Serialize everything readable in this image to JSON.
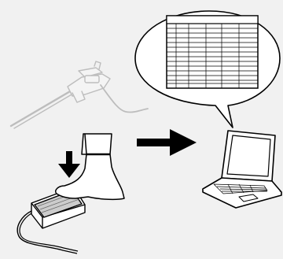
{
  "diagram": {
    "nodes": [
      {
        "name": "caliper-tool",
        "icon": "caliper-icon"
      },
      {
        "name": "foot-pedal-switch",
        "icon": "foot-pedal-icon"
      },
      {
        "name": "laptop-computer",
        "icon": "laptop-icon"
      },
      {
        "name": "spreadsheet-window",
        "icon": "spreadsheet-icon"
      }
    ],
    "edges": [
      {
        "from": "foot-pedal-switch",
        "to": "laptop-computer",
        "style": "thick-arrow"
      }
    ],
    "callouts": [
      {
        "attached_to": "laptop-computer",
        "shape": "speech-bubble",
        "content": "spreadsheet"
      }
    ],
    "colors": {
      "background": "#f1f1f1",
      "caliper": "#cfcfcf",
      "line": "#000000",
      "fill": "#ffffff"
    }
  }
}
